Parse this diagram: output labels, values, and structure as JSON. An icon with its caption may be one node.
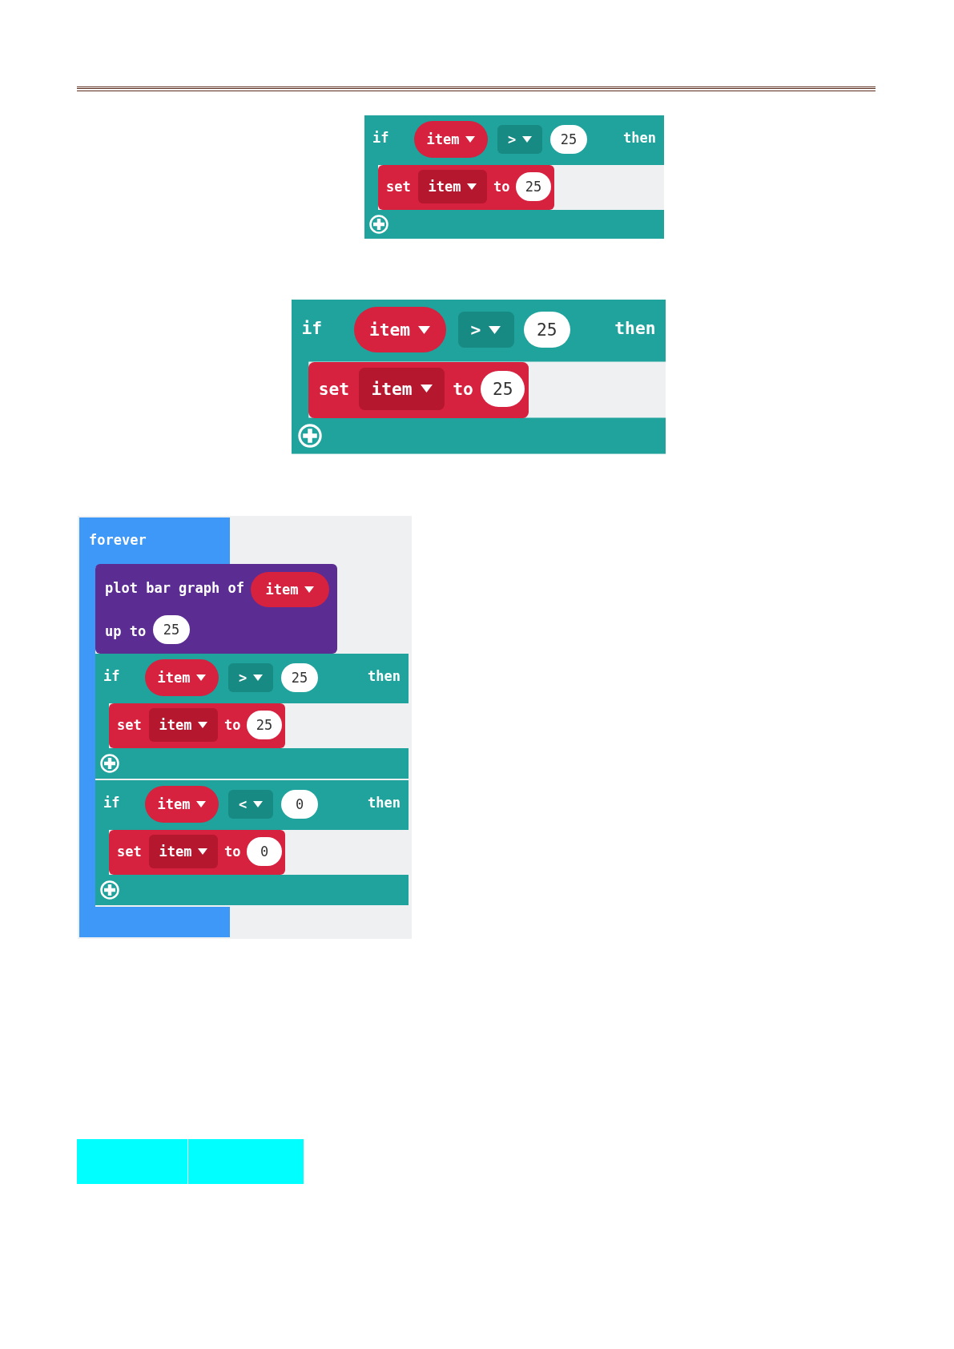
{
  "diagram": {
    "nodes": [
      {
        "text": [
          "if",
          "then"
        ]
      },
      {
        "text": [
          "item"
        ],
        "in": 0
      },
      {
        "text": [
          ">"
        ],
        "in": 0
      },
      {
        "text": [
          "25"
        ],
        "in": 0
      },
      {
        "text": [
          "set",
          "to"
        ],
        "in": 0
      },
      {
        "text": [
          "item"
        ],
        "in": 4
      },
      {
        "text": [
          "25"
        ],
        "in": 4
      },
      {
        "text": [
          "if",
          "then"
        ]
      },
      {
        "text": [
          "item"
        ],
        "in": 7
      },
      {
        "text": [
          ">"
        ],
        "in": 7
      },
      {
        "text": [
          "25"
        ],
        "in": 7
      },
      {
        "text": [
          "set",
          "to"
        ],
        "in": 7
      },
      {
        "text": [
          "item"
        ],
        "in": 11
      },
      {
        "text": [
          "25"
        ],
        "in": 11
      },
      {
        "text": [
          "forever"
        ]
      },
      {
        "text": [
          "plot bar graph of",
          "up to"
        ],
        "in": 14
      },
      {
        "text": [
          "item"
        ],
        "in": 15
      },
      {
        "text": [
          "25"
        ],
        "in": 15
      },
      {
        "text": [
          "if",
          "then"
        ],
        "in": 14
      },
      {
        "text": [
          "item"
        ],
        "in": 18
      },
      {
        "text": [
          ">"
        ],
        "in": 18
      },
      {
        "text": [
          "25"
        ],
        "in": 18
      },
      {
        "text": [
          "set",
          "to"
        ],
        "in": 18
      },
      {
        "text": [
          "item"
        ],
        "in": 22
      },
      {
        "text": [
          "25"
        ],
        "in": 22
      },
      {
        "text": [
          "if",
          "then"
        ],
        "in": 14
      },
      {
        "text": [
          "item"
        ],
        "in": 25
      },
      {
        "text": [
          "<"
        ],
        "in": 25
      },
      {
        "text": [
          "0"
        ],
        "in": 25
      },
      {
        "text": [
          "set",
          "to"
        ],
        "in": 25
      },
      {
        "text": [
          "item"
        ],
        "in": 29
      },
      {
        "text": [
          "0"
        ],
        "in": 29
      }
    ]
  }
}
